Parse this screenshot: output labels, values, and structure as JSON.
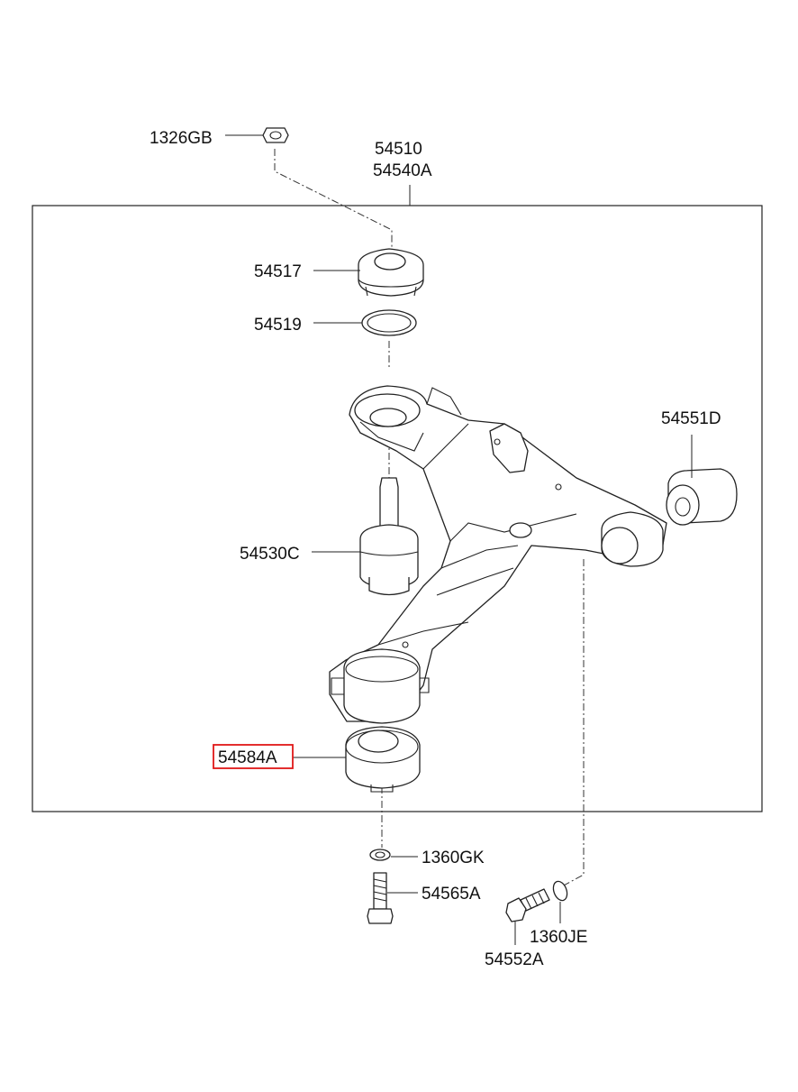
{
  "diagram": {
    "labels": {
      "nut": "1326GB",
      "arm_assy_1": "54510",
      "arm_assy_2": "54540A",
      "dust_cover": "54517",
      "ring": "54519",
      "bushing_g": "54551D",
      "ball_joint": "54530C",
      "bushing_a": "54584A",
      "washer_k": "1360GK",
      "bolt_a": "54565A",
      "washer_j": "1360JE",
      "bolt_g": "54552A"
    },
    "highlighted_part": "54584A",
    "highlight_color": "#e01818"
  }
}
